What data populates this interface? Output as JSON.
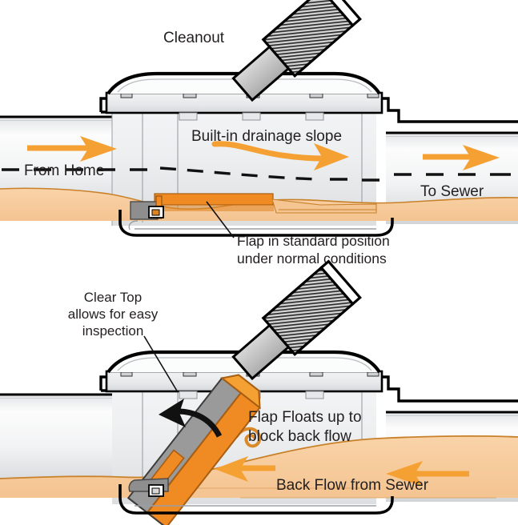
{
  "diagram": {
    "title": "Backwater valve cut-away diagram",
    "panels": [
      {
        "id": "normal-flow",
        "labels": {
          "cleanout": "Cleanout",
          "drainage_slope": "Built-in drainage slope",
          "from_home": "From Home",
          "to_sewer": "To Sewer",
          "flap_caption_line1": "Flap in standard position",
          "flap_caption_line2": "under normal conditions"
        }
      },
      {
        "id": "backflow",
        "labels": {
          "clear_top_line1": "Clear Top",
          "clear_top_line2": "allows for easy",
          "clear_top_line3": "inspection",
          "flap_floats_line1": "Flap Floats up to",
          "flap_floats_line2": "block back flow",
          "back_flow": "Back Flow from Sewer"
        }
      }
    ],
    "colors": {
      "water": "#F7CC9C",
      "water_edge": "#D98A2B",
      "flow_arrow": "#F5A033",
      "flap_orange": "#F08A22",
      "flap_gray": "#9A9A9A",
      "pipe_light": "#FAFAFA",
      "pipe_shade": "#D8DADC",
      "body_fill": "#EDEFF0",
      "outline": "#000000",
      "text": "#231f20",
      "cleanout_gray": "#BFBFBF"
    }
  }
}
